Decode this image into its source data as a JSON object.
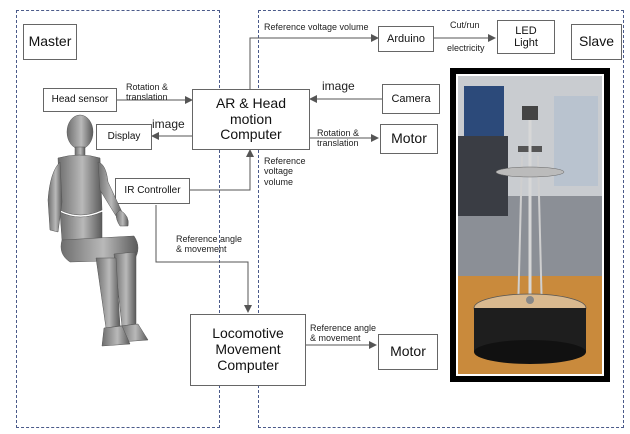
{
  "regions": {
    "master_label": "Master",
    "slave_label": "Slave"
  },
  "nodes": {
    "head_sensor": "Head sensor",
    "display": "Display",
    "ir_controller": "IR Controller",
    "ar_computer": "AR & Head\nmotion\nComputer",
    "arduino": "Arduino",
    "led_light": "LED\nLight",
    "camera": "Camera",
    "motor_top": "Motor",
    "locomotive_computer": "Locomotive\nMovement\nComputer",
    "motor_bottom": "Motor"
  },
  "edge_labels": {
    "rotation_translation_1": "Rotation &\ntranslation",
    "image_to_display": "image",
    "reference_voltage_volume_top": "Reference voltage volume",
    "cut_run": "Cut/run",
    "electricity": "electricity",
    "image_from_camera": "image",
    "rotation_translation_2": "Rotation &\ntranslation",
    "reference_voltage_volume_mid": "Reference\nvoltage\nvolume",
    "reference_angle_movement_1": "Reference angle\n& movement",
    "reference_angle_movement_2": "Reference angle\n& movement"
  },
  "colors": {
    "region_border": "#4a5a8a",
    "box_border": "#666666",
    "arrow": "#555555",
    "photo_frame": "#000000"
  }
}
